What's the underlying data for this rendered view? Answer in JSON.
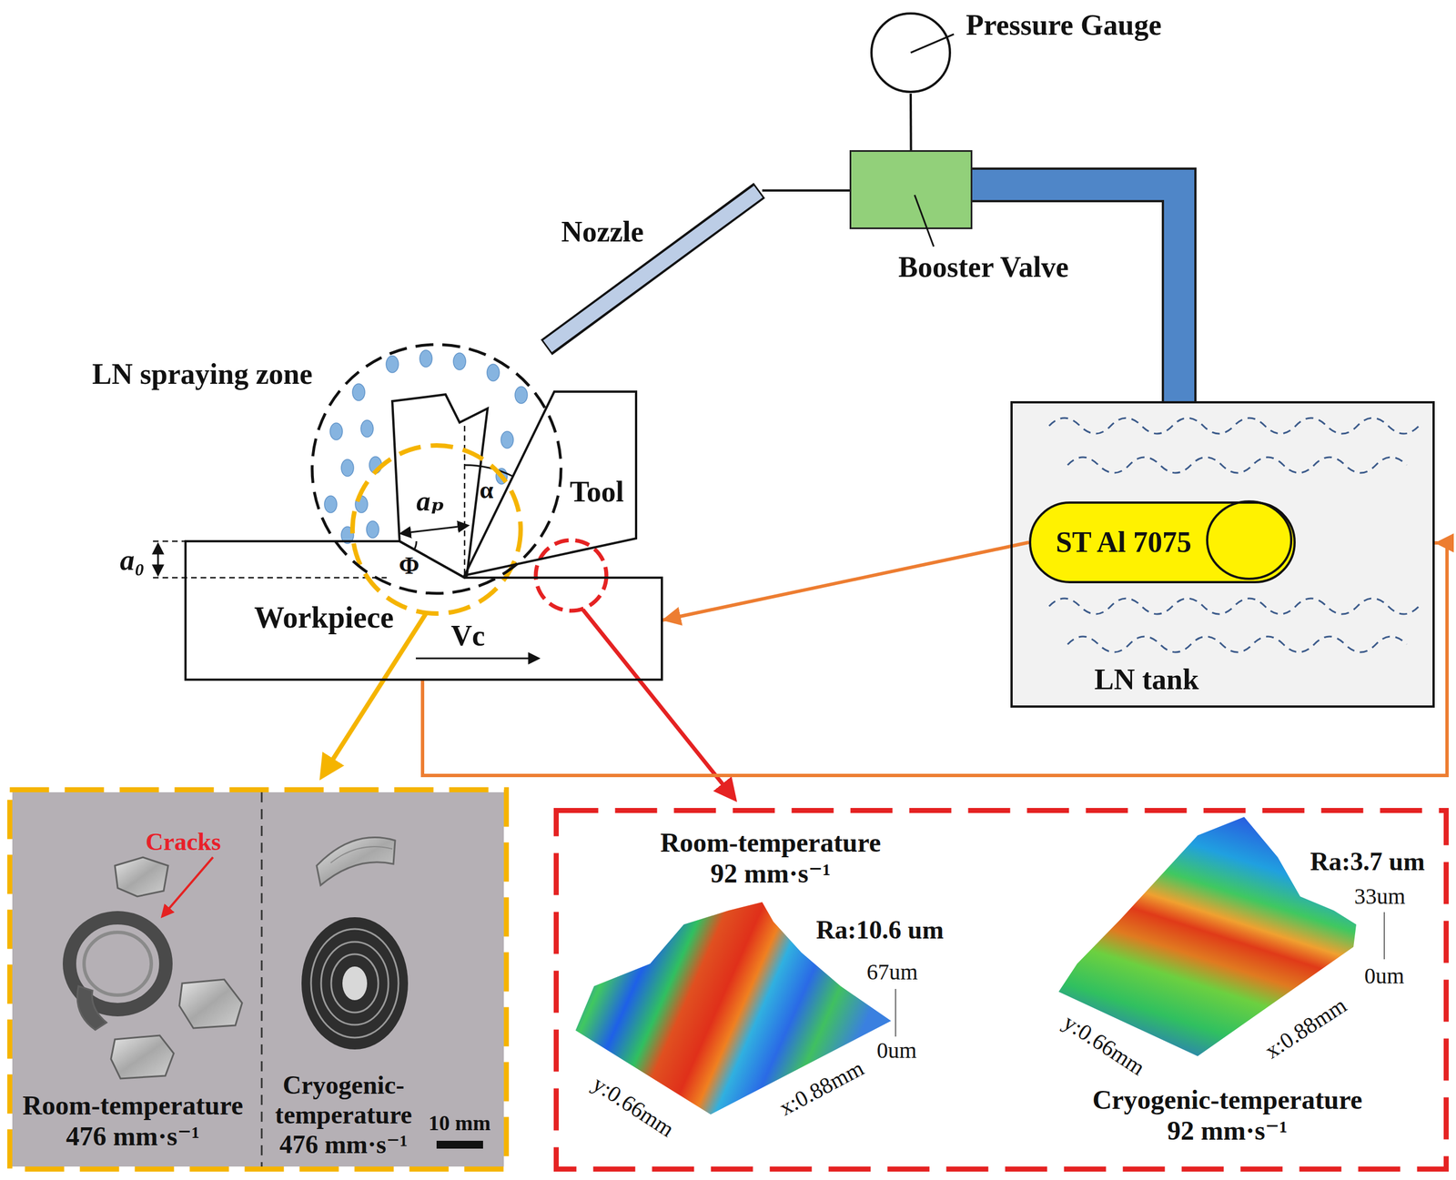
{
  "diagram": {
    "nodes": [
      {
        "text": [
          "Pressure Gauge"
        ]
      },
      {
        "text": [
          "Booster Valve"
        ]
      },
      {
        "text": [
          "Nozzle"
        ]
      },
      {
        "text": [
          "LN tank"
        ]
      },
      {
        "text": [
          "ST Al 7075"
        ],
        "in": 3
      },
      {
        "text": [
          "LN spraying zone"
        ]
      },
      {
        "text": [
          "Tool"
        ]
      },
      {
        "text": [
          "Workpiece"
        ]
      },
      {
        "text": [
          "Cracks",
          "Room-temperature 476 mm·s⁻¹",
          "Cryogenic- temperature 476 mm·s⁻¹",
          "10 mm"
        ]
      },
      {
        "text": [
          "Room-temperature 92 mm·s⁻¹",
          "Ra:10.6 um",
          "67um",
          "0um",
          "y:0.66mm",
          "x:0.88mm",
          "Ra:3.7 um",
          "33um",
          "0um",
          "y:0.66mm",
          "x:0.88mm",
          "Cryogenic-temperature 92 mm·s⁻¹"
        ]
      }
    ],
    "edges": [
      {
        "from": 1,
        "to": 0,
        "arrow": "none"
      },
      {
        "from": 1,
        "to": 2,
        "arrow": "none"
      },
      {
        "from": 3,
        "to": 1,
        "arrow": "none"
      },
      {
        "from": 4,
        "to": 7,
        "arrow": "to"
      },
      {
        "from": 7,
        "to": 3,
        "arrow": "to"
      }
    ],
    "labels": [
      "a₀",
      "aₚ",
      "α",
      "Φ",
      "Vc"
    ]
  }
}
